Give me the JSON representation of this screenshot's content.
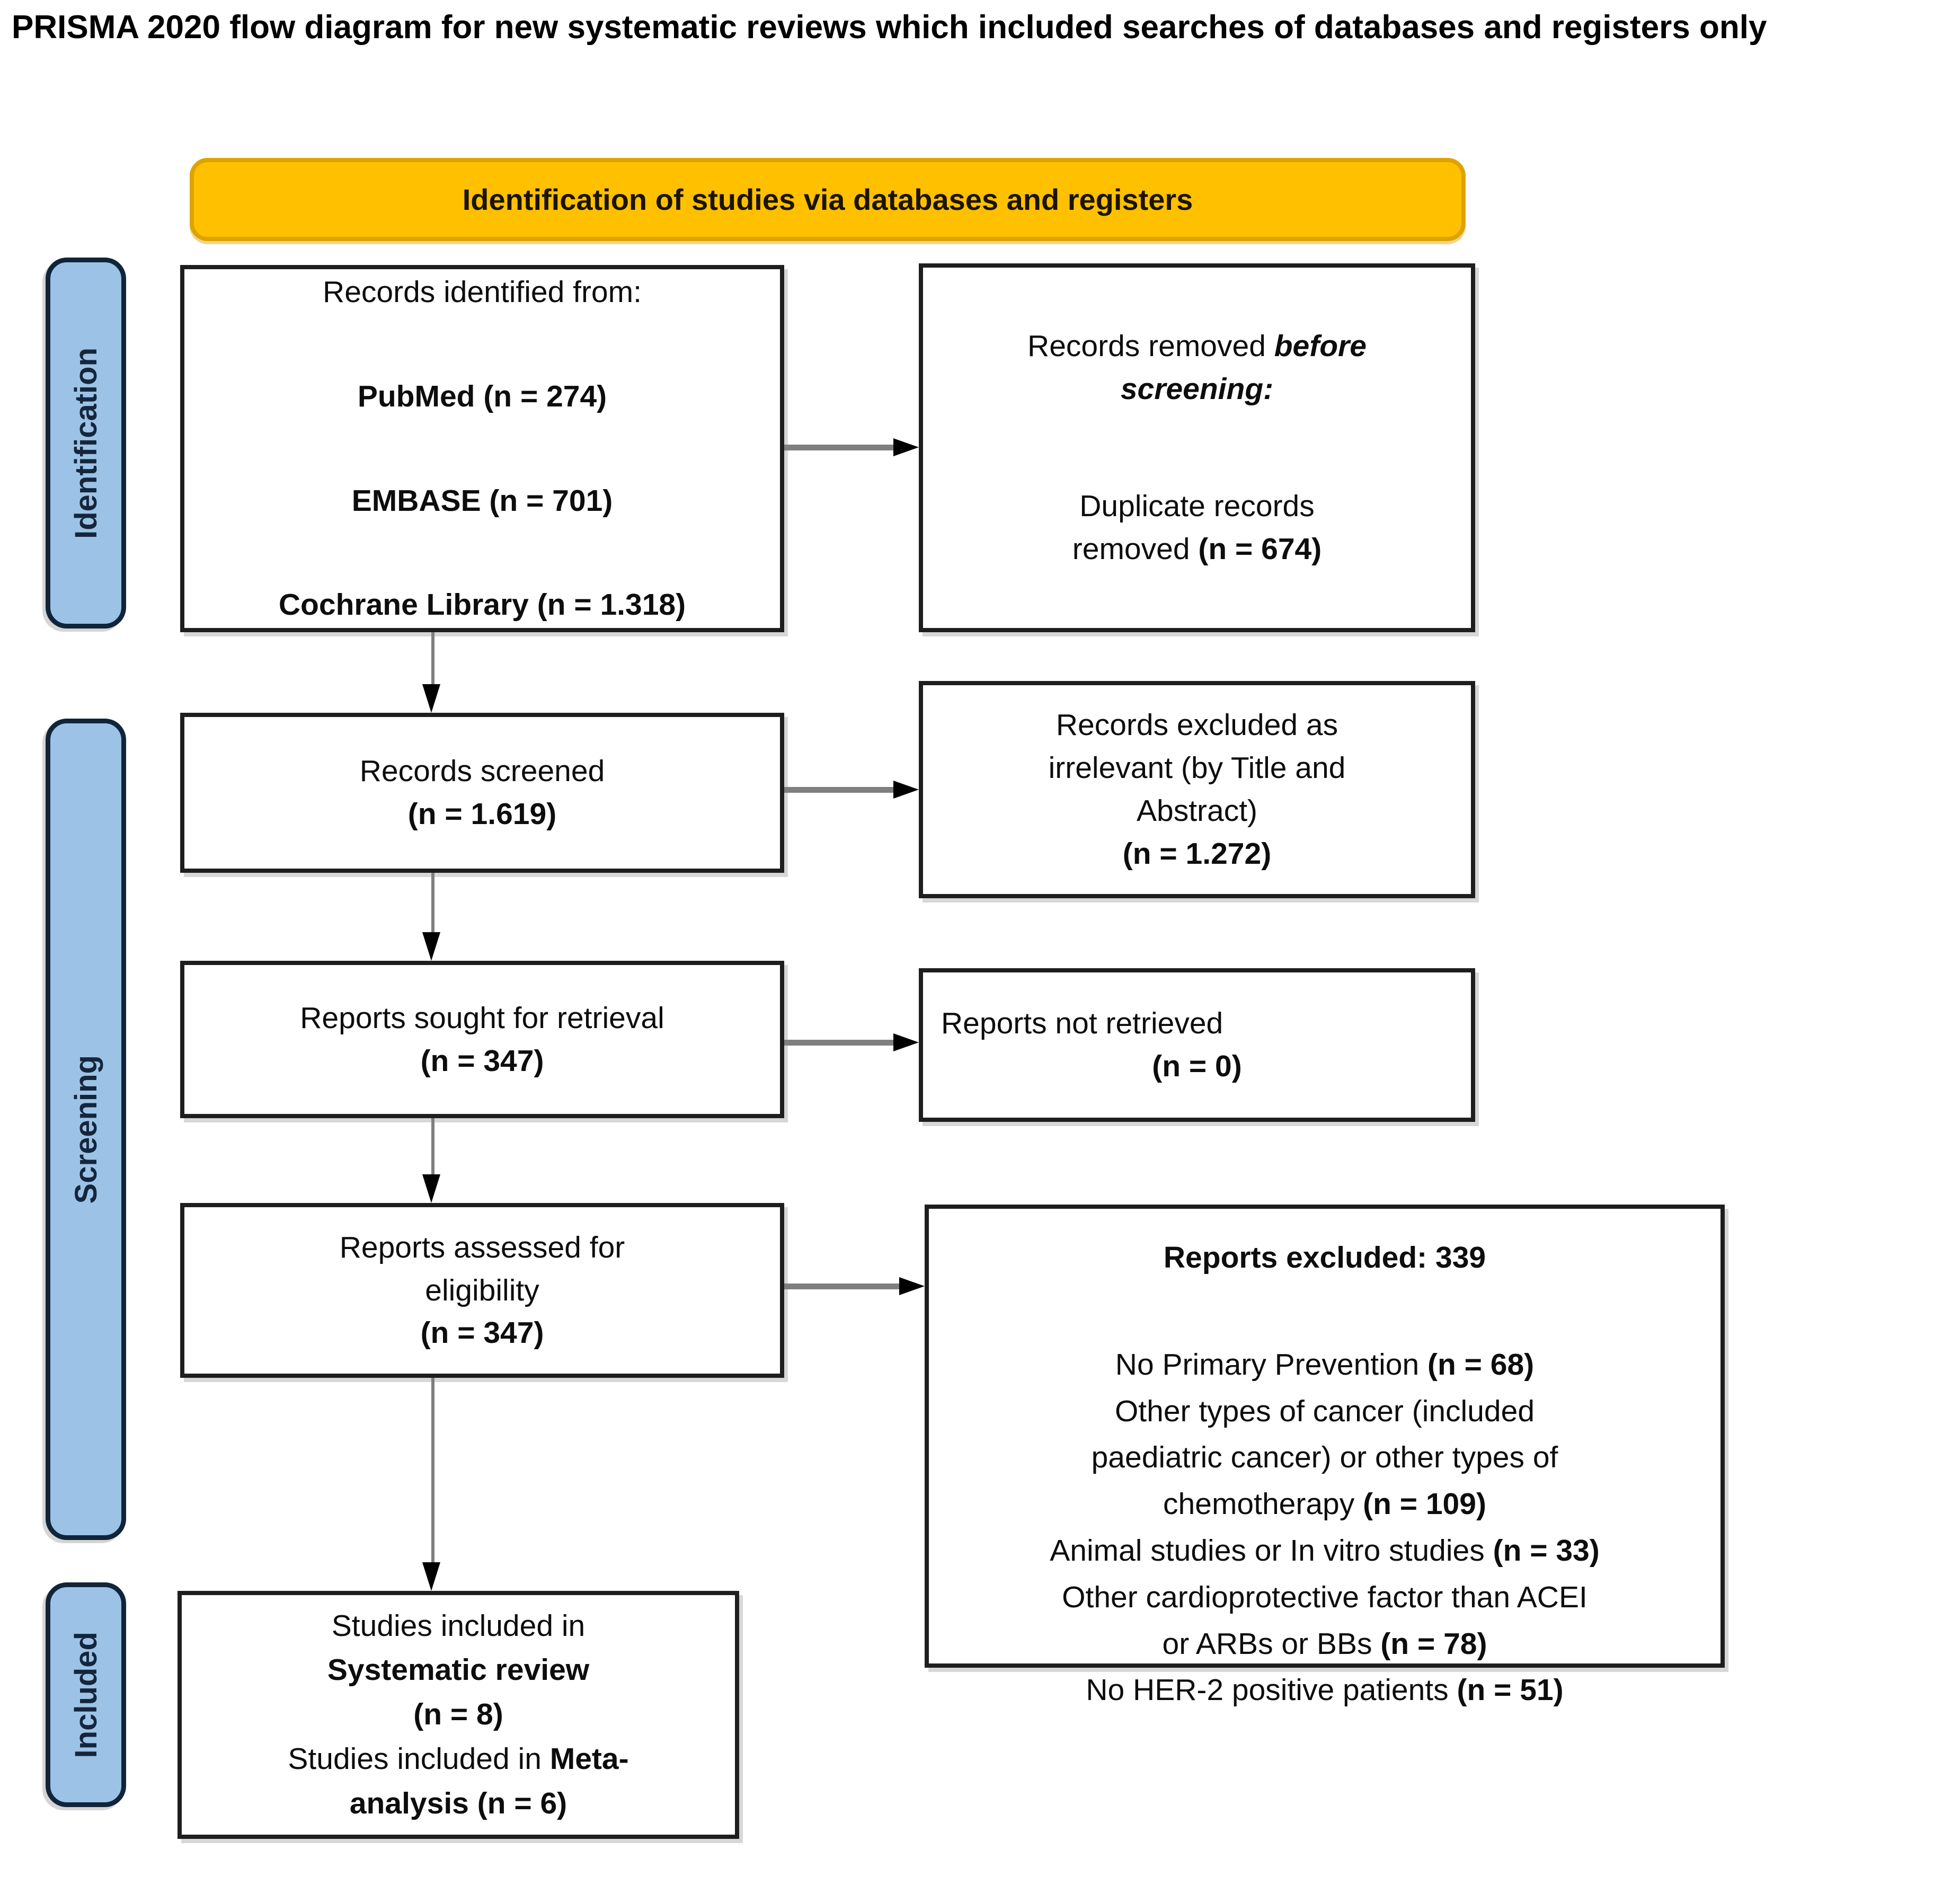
{
  "title": "PRISMA 2020 flow diagram for new systematic reviews which included searches of databases and registers only",
  "banner": {
    "label": "Identification of studies via databases and registers"
  },
  "sidebar": {
    "items": [
      {
        "label": "Identification"
      },
      {
        "label": "Screening"
      },
      {
        "label": "Included"
      }
    ]
  },
  "identified": {
    "heading": "Records identified from:",
    "sources": [
      {
        "label": "PubMed  (n = 274)"
      },
      {
        "label": "EMBASE  (n = 701)"
      },
      {
        "label": "Cochrane Library  (n = 1.318)"
      }
    ]
  },
  "removed": {
    "pre": "Records removed ",
    "emphasis": "before screening",
    "colon": ":",
    "line1": "Duplicate records",
    "line2_normal": "removed  ",
    "line2_bold": "(n = 674)"
  },
  "screened": {
    "label": "Records screened",
    "count": "(n = 1.619)"
  },
  "excluded_irrelevant": {
    "l1": "Records excluded as",
    "l2": "irrelevant (by Title and",
    "l3": "Abstract)",
    "count": "(n = 1.272)"
  },
  "sought": {
    "label": "Reports sought for retrieval",
    "count": "(n = 347)"
  },
  "not_retrieved": {
    "label": "Reports not retrieved",
    "count": "(n = 0)"
  },
  "assessed": {
    "l1": "Reports assessed for",
    "l2": "eligibility",
    "count": "(n = 347)"
  },
  "reports_excluded": {
    "heading": "Reports excluded: 339",
    "reasons": [
      {
        "t": "No Primary Prevention ",
        "b": "(n = 68)"
      },
      {
        "t": "Other types of cancer (included",
        "b": ""
      },
      {
        "t": "paediatric cancer) or other types of",
        "b": ""
      },
      {
        "t": "chemotherapy ",
        "b": "(n = 109)"
      },
      {
        "t": "Animal studies or In vitro studies ",
        "b": "(n = 33)"
      },
      {
        "t": "Other cardioprotective factor than ACEI",
        "b": ""
      },
      {
        "t": "or ARBs or BBs ",
        "b": "(n = 78)"
      },
      {
        "t": "No HER-2 positive patients ",
        "b": "(n = 51)"
      }
    ]
  },
  "included_box": {
    "lines": [
      {
        "t": "Studies included in",
        "b": ""
      },
      {
        "t": "",
        "b": "Systematic review"
      },
      {
        "t": "",
        "b": "(n = 8)"
      },
      {
        "t": "Studies included in ",
        "b": "Meta-"
      },
      {
        "t": "",
        "b": "analysis (n = 6)"
      }
    ]
  },
  "colors": {
    "banner_fill": "#FFC000",
    "sidebar_fill": "#9CC3E6",
    "box_border": "#1E1E1E",
    "arrow_line": "#7F7F7F",
    "arrow_head": "#000000"
  }
}
